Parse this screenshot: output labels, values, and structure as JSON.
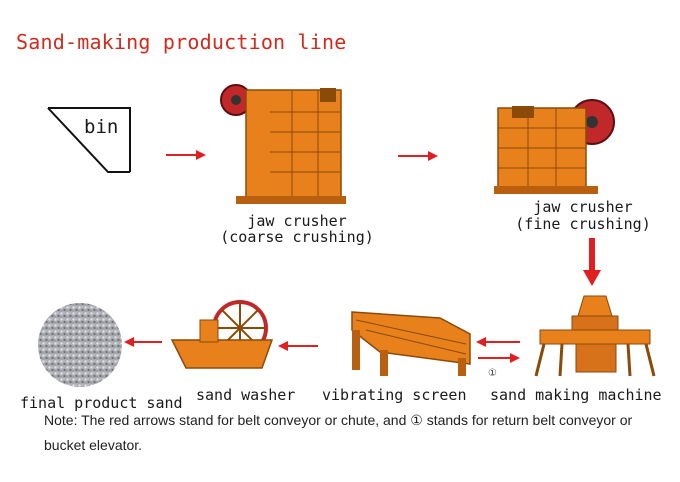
{
  "title": "Sand-making production line",
  "steps": {
    "bin": "bin",
    "jaw1": "jaw crusher",
    "jaw1_sub": "(coarse crushing)",
    "jaw2": "jaw crusher",
    "jaw2_sub": "(fine crushing)",
    "sand_machine": "sand making machine",
    "screen": "vibrating screen",
    "washer": "sand washer",
    "final": "final product sand"
  },
  "return_marker": "①",
  "note": "Note: The red arrows stand for belt conveyor or chute, and ① stands for return belt conveyor or bucket elevator.",
  "colors": {
    "title": "#d12b1d",
    "arrow": "#e02020",
    "machine_orange": "#e8801c",
    "flywheel_red": "#c0282a"
  }
}
